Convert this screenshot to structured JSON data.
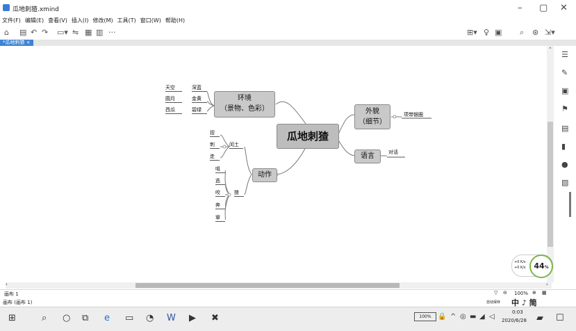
{
  "window": {
    "title": "瓜地刺猹.xmind",
    "minimize": "–",
    "maximize": "▢",
    "close": "✕"
  },
  "menu": [
    "文件(F)",
    "编辑(E)",
    "查看(V)",
    "插入(I)",
    "修改(M)",
    "工具(T)",
    "窗口(W)",
    "帮助(H)"
  ],
  "toolbar": {
    "more": "···"
  },
  "tab": {
    "label": "*瓜地刺猹 ×"
  },
  "mindmap": {
    "root": "瓜地刺猹",
    "env": {
      "title_line1": "环境",
      "title_line2": "（景物、色彩）",
      "items": [
        [
          "天空",
          "深蓝"
        ],
        [
          "圆月",
          "金黄"
        ],
        [
          "西瓜",
          "碧绿"
        ]
      ]
    },
    "appearance": {
      "title_line1": "外貌",
      "title_line2": "（细节）",
      "detail": "项带银圈"
    },
    "language": {
      "title": "语言",
      "detail": "对话"
    },
    "action": {
      "title": "动作",
      "runtu": {
        "label": "闰土",
        "verbs": [
          "捏",
          "刺",
          "走"
        ]
      },
      "cha": {
        "label": "猹",
        "verbs": [
          "咀",
          "逃",
          "咬",
          "奔",
          "窜"
        ]
      }
    }
  },
  "sheets": {
    "current": "画布 1",
    "status_left": "画布 (画布 1)",
    "zoom": "100%",
    "autosave": "自动保存"
  },
  "speed_widget": {
    "up": "+0 K/s",
    "down": "+0 K/s",
    "percent": "44",
    "unit": "%"
  },
  "taskbar": {
    "battery": "100%",
    "time": "0:03",
    "date": "2020/6/28"
  },
  "ime": {
    "text": "中 ♪ 简"
  }
}
